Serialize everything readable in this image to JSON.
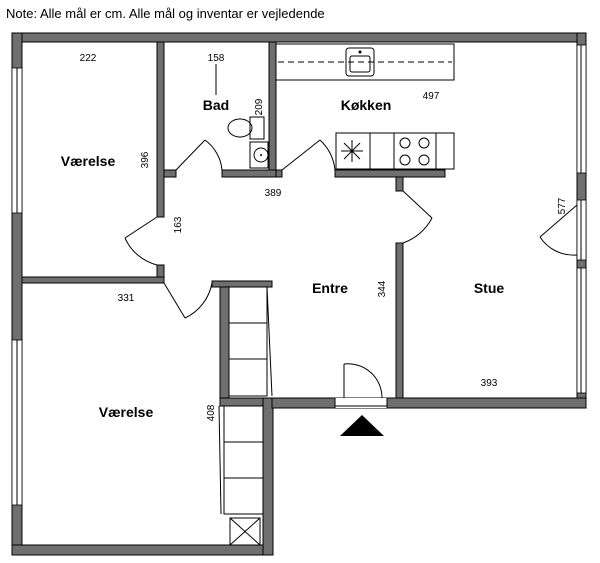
{
  "note": "Note: Alle mål er cm. Alle mål og inventar er vejledende",
  "rooms": {
    "vaerelse_top": "Værelse",
    "bad": "Bad",
    "kokken": "Køkken",
    "entre": "Entre",
    "stue": "Stue",
    "vaerelse_bottom": "Værelse"
  },
  "dimensions": {
    "d222": "222",
    "d158": "158",
    "d209": "209",
    "d497": "497",
    "d396": "396",
    "d389": "389",
    "d577": "577",
    "d163": "163",
    "d331": "331",
    "d344": "344",
    "d393": "393",
    "d408": "408"
  }
}
